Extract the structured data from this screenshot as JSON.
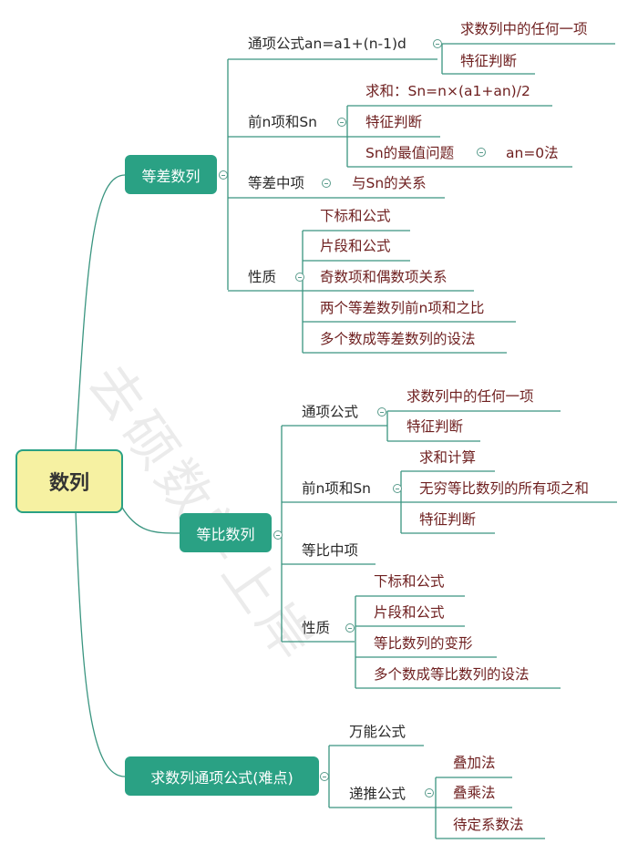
{
  "root": "数列",
  "watermark": "去硕数学上岸",
  "colors": {
    "branch": "#2aa184",
    "root_fill": "#f6f1a2",
    "leaf_text": "#6e1f1f",
    "line": "#3a9580"
  },
  "arith": {
    "label": "等差数列",
    "general": {
      "label": "通项公式an=a1+(n-1)d",
      "children": [
        "求数列中的任何一项",
        "特征判断"
      ]
    },
    "sum": {
      "label": "前n项和Sn",
      "children": [
        "求和：Sn=n×(a1+an)/2",
        "特征判断",
        "Sn的最值问题"
      ],
      "extreme_method": "an=0法"
    },
    "middle": {
      "label": "等差中项",
      "children": [
        "与Sn的关系"
      ]
    },
    "props": {
      "label": "性质",
      "children": [
        "下标和公式",
        "片段和公式",
        "奇数项和偶数项关系",
        "两个等差数列前n项和之比",
        "多个数成等差数列的设法"
      ]
    }
  },
  "geo": {
    "label": "等比数列",
    "general": {
      "label": "通项公式",
      "children": [
        "求数列中的任何一项",
        "特征判断"
      ]
    },
    "sum": {
      "label": "前n项和Sn",
      "children": [
        "求和计算",
        "无穷等比数列的所有项之和",
        "特征判断"
      ]
    },
    "middle": {
      "label": "等比中项"
    },
    "props": {
      "label": "性质",
      "children": [
        "下标和公式",
        "片段和公式",
        "等比数列的变形",
        "多个数成等比数列的设法"
      ]
    }
  },
  "formula": {
    "label": "求数列通项公式(难点)",
    "universal": {
      "label": "万能公式"
    },
    "recursive": {
      "label": "递推公式",
      "children": [
        "叠加法",
        "叠乘法",
        "待定系数法"
      ]
    }
  }
}
